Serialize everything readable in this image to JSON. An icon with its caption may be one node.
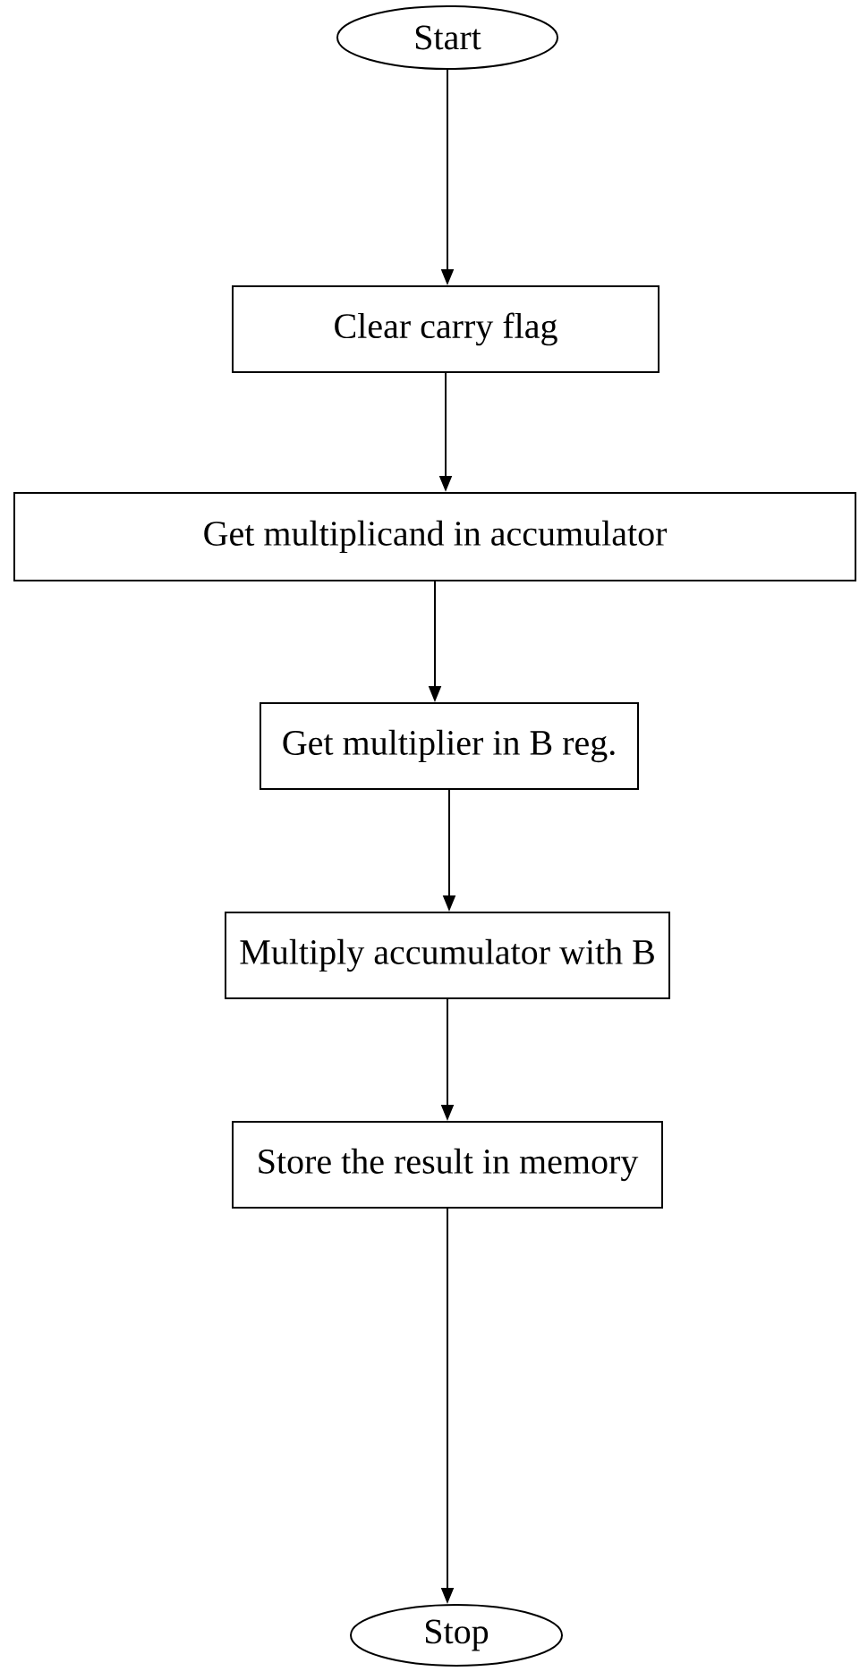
{
  "diagram": {
    "nodes": [
      {
        "text": [
          "Start"
        ]
      },
      {
        "text": [
          "Clear carry flag"
        ]
      },
      {
        "text": [
          "Get multiplicand in accumulator"
        ]
      },
      {
        "text": [
          "Get multiplier in B reg."
        ]
      },
      {
        "text": [
          "Multiply accumulator with B"
        ]
      },
      {
        "text": [
          "Store the result in memory"
        ]
      },
      {
        "text": [
          "Stop"
        ]
      }
    ],
    "edges": [
      {
        "from": 0,
        "to": 1,
        "arrow": "to"
      },
      {
        "from": 1,
        "to": 2,
        "arrow": "to"
      },
      {
        "from": 2,
        "to": 3,
        "arrow": "to"
      },
      {
        "from": 3,
        "to": 4,
        "arrow": "to"
      },
      {
        "from": 4,
        "to": 5,
        "arrow": "to"
      },
      {
        "from": 5,
        "to": 6,
        "arrow": "to"
      }
    ]
  }
}
